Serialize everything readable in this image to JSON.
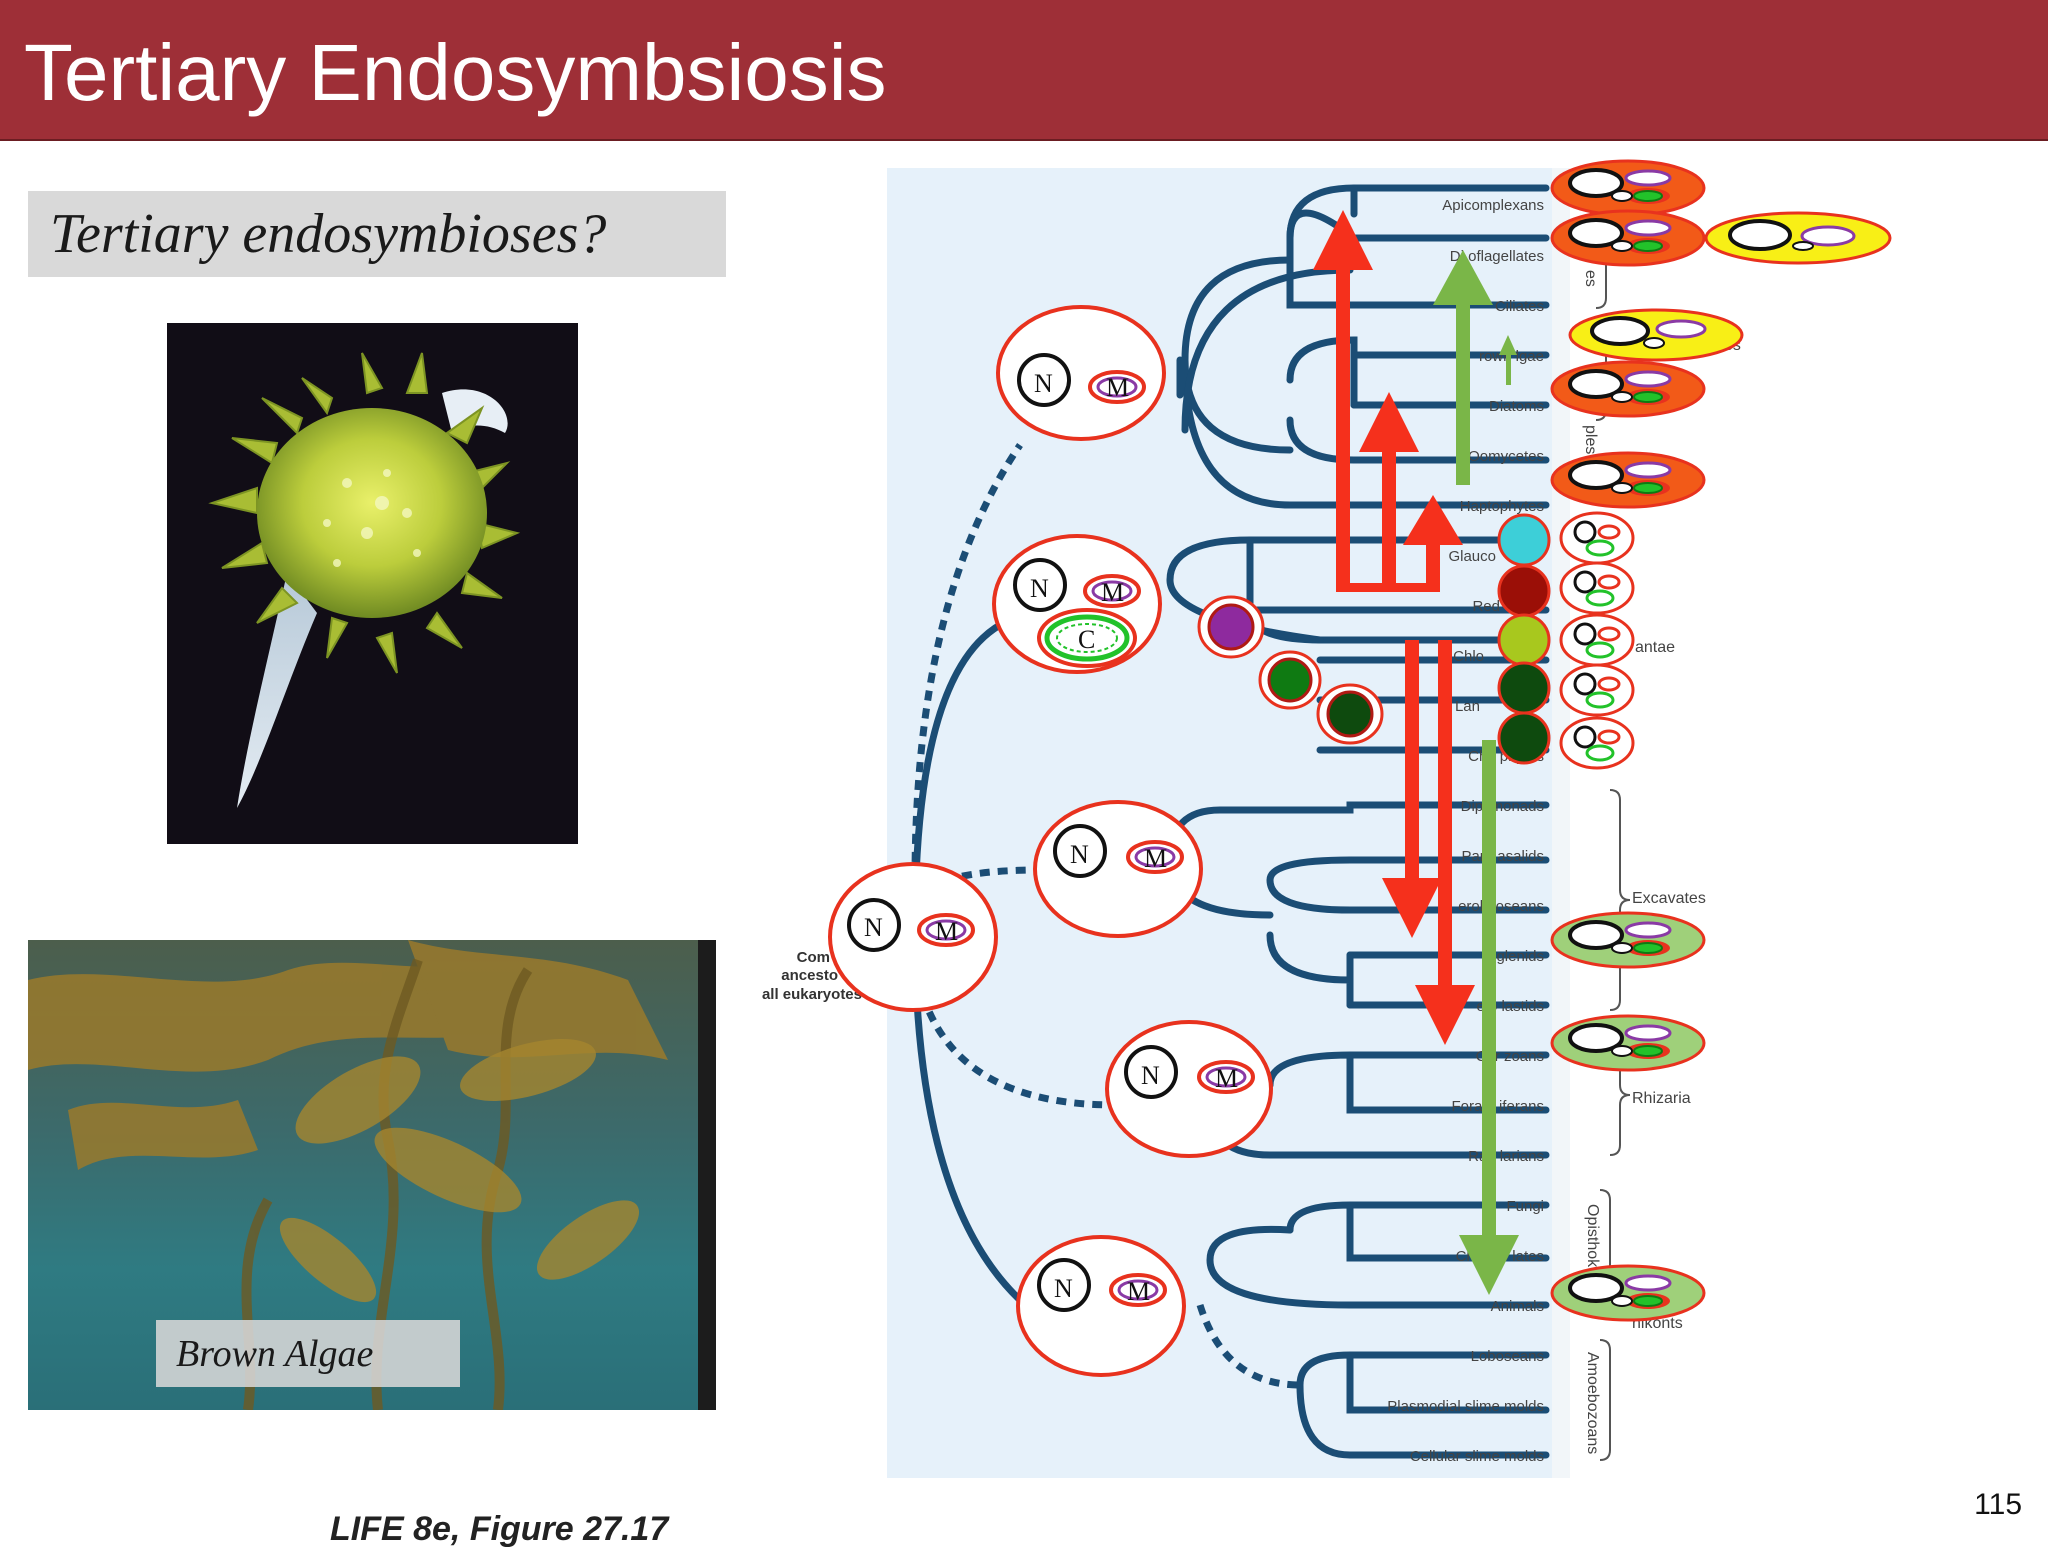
{
  "slide": {
    "title": "Tertiary Endosymbsiosis",
    "question": "Tertiary endosymbioses?",
    "photo_caption": "Brown Algae",
    "figure_caption": "LIFE 8e, Figure 27.17",
    "page_number": "115"
  },
  "tree": {
    "ancestor_label": [
      "Com",
      "ancesto",
      "all eukaryotes"
    ],
    "taxa": [
      "Apicomplexans",
      "Dinoflagellates",
      "Ciliates",
      "Brown algae",
      "Diatoms",
      "Oomycetes",
      "Haptophytes",
      "Glaucophytes",
      "Red algae",
      "Chlorophytes",
      "Land plants",
      "Charophytes",
      "Diplomonads",
      "Parabasalids",
      "Heteroloboseans",
      "Euglenids",
      "Kinetoplastids",
      "Cercozoans",
      "Foraminiferans",
      "Radiolarians",
      "Fungi",
      "Choanoflagellates",
      "Animals",
      "Loboseans",
      "Plasmodial slime molds",
      "Cellular slime molds"
    ],
    "visible_taxa": [
      "Apicomplexans",
      "Di  oflagellates",
      "Ciliates",
      "rown  lgae",
      "Diatoms",
      "Oomycetes",
      "Haptophytes",
      "Glauco",
      "Red",
      "Chlo",
      "Lan",
      "Cha   phytes",
      "Dipl   monads",
      "Para  asalids",
      "  erolo  oseans",
      "E  glenids",
      "  eto  lastids",
      "Cer   zoans",
      "Foram   iferans",
      "Rad   larians",
      "Fungi",
      "Choano        lates",
      "Animals",
      "Loboseans",
      "Plasmodial slime molds",
      "Cellular slime molds"
    ],
    "groups": [
      "Excavates",
      "Rhizaria",
      "Opisthok",
      "Amoebozoans",
      "antae",
      "es",
      "ples",
      "es",
      "nikonts"
    ],
    "cell_letters": {
      "nucleus": "N",
      "mitochondrion": "M",
      "chloroplast": "C"
    },
    "colors": {
      "panel": "#e6f1fa",
      "branch": "#1b4d75",
      "cell_outline": "#e8321e",
      "red_arrow": "#f5301c",
      "green_arrow": "#7ab648",
      "glaucophyte_plastid": "#3dcfd8",
      "red_plastid": "#9b0f07",
      "green_alga_plastid": "#a8c81e",
      "land_plant_plastid": "#0e4a0e"
    }
  }
}
